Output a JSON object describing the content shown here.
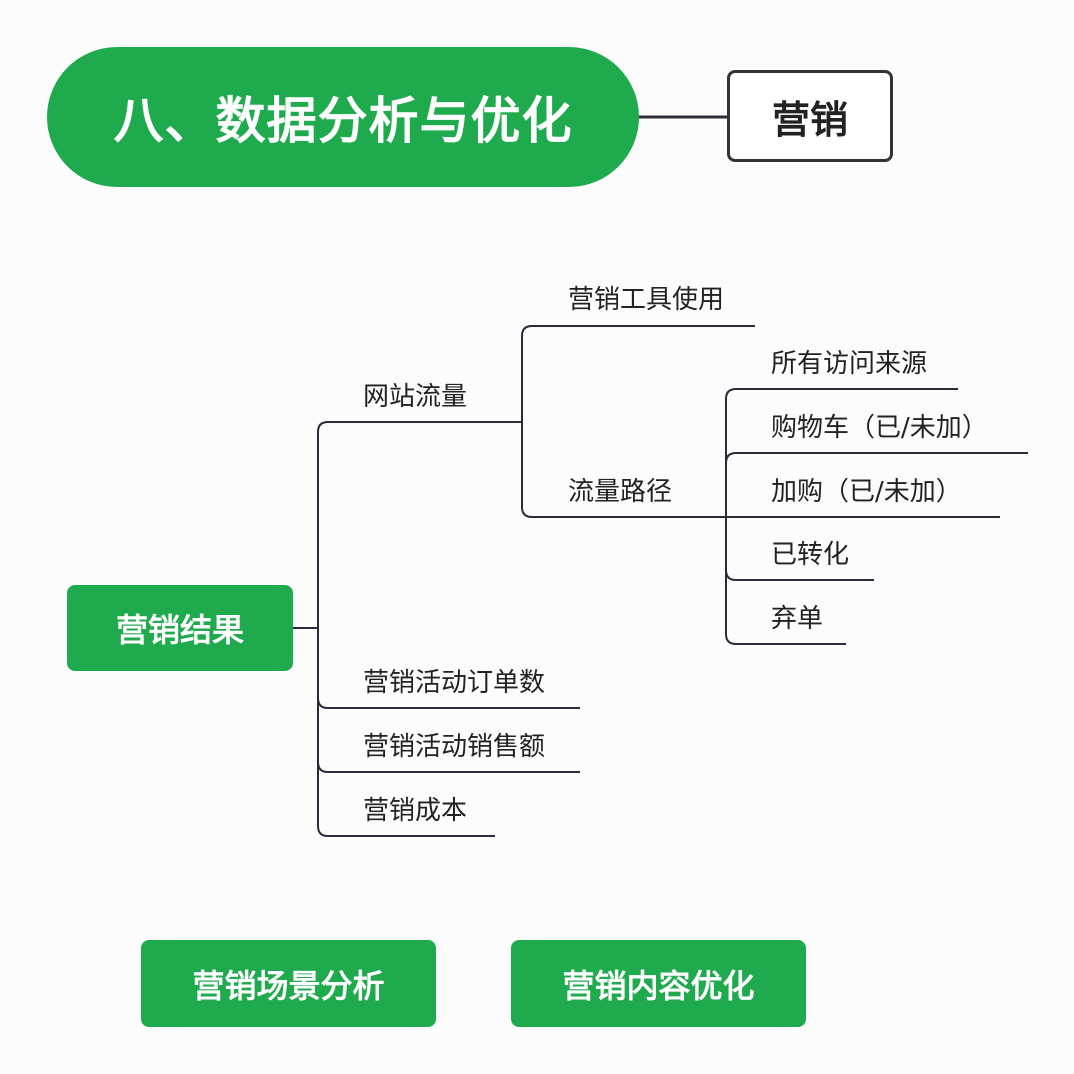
{
  "header": {
    "title": "八、数据分析与优化",
    "tag": "营销"
  },
  "tree": {
    "root": "营销结果",
    "nodes": {
      "website_traffic": "网站流量",
      "marketing_tool_usage": "营销工具使用",
      "traffic_path": "流量路径",
      "all_sources": "所有访问来源",
      "cart": "购物车（已/未加）",
      "add_purchase": "加购（已/未加）",
      "converted": "已转化",
      "abandoned": "弃单",
      "campaign_orders": "营销活动订单数",
      "campaign_sales": "营销活动销售额",
      "marketing_cost": "营销成本"
    }
  },
  "footer": {
    "scene_analysis": "营销场景分析",
    "content_optimization": "营销内容优化"
  },
  "colors": {
    "green": "#1faa4d",
    "line": "#2b2b3a",
    "text": "#222222"
  }
}
